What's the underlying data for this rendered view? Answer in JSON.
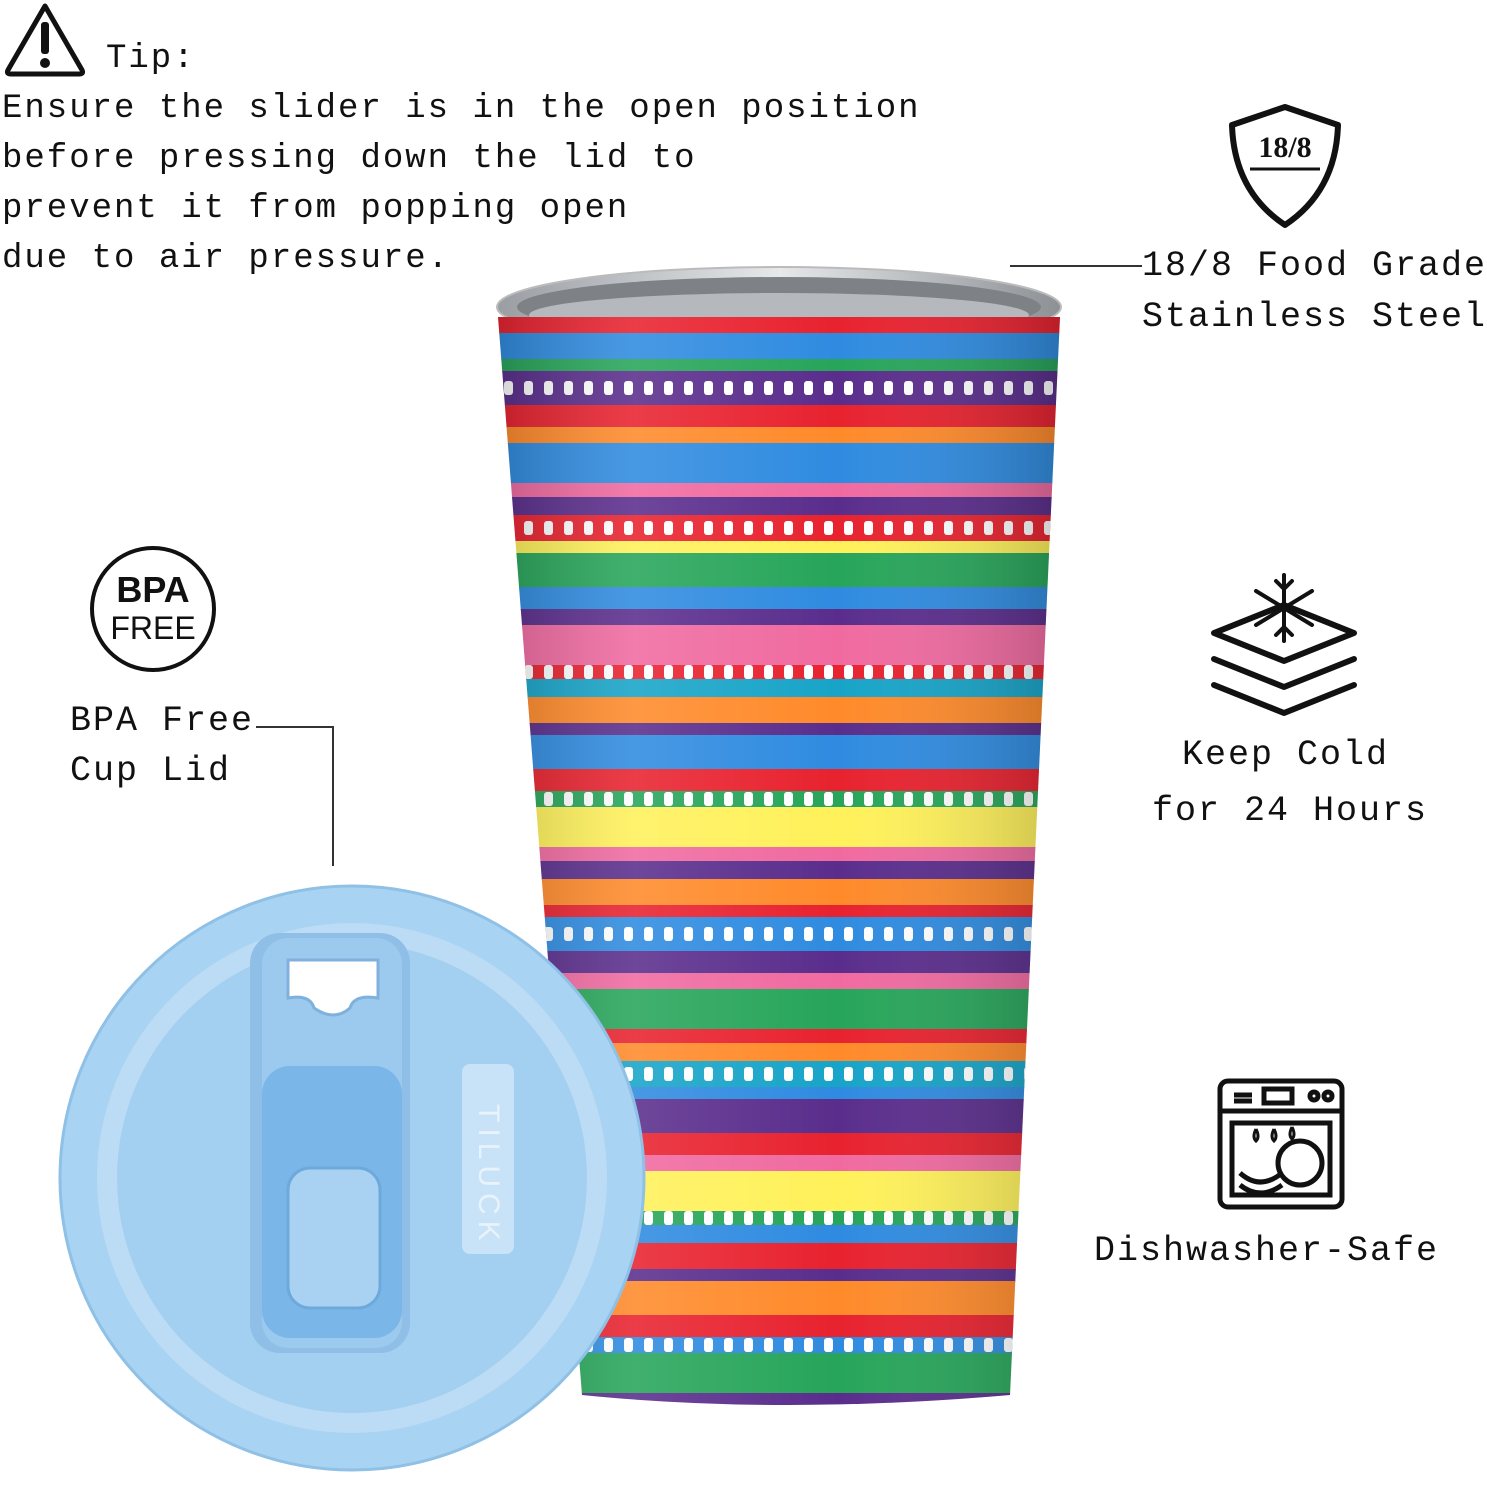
{
  "tip": {
    "icon": "warning-triangle-icon",
    "label": "Tip:",
    "lines": [
      "Ensure the slider is in the open position",
      "before pressing down the lid to",
      "prevent it from popping open",
      "due to air pressure."
    ]
  },
  "features": {
    "steel": {
      "icon": "shield-icon",
      "badge_text": "18/8",
      "line1": "18/8 Food Grade",
      "line2": "Stainless Steel"
    },
    "bpa": {
      "icon": "bpa-free-badge-icon",
      "badge_line1": "BPA",
      "badge_line2": "FREE",
      "line1": "BPA Free",
      "line2": "Cup Lid"
    },
    "cold": {
      "icon": "snowflake-stack-icon",
      "line1": "Keep Cold",
      "line2": "for 24 Hours"
    },
    "dishwasher": {
      "icon": "dishwasher-icon",
      "line1": "Dishwasher-Safe"
    }
  },
  "product": {
    "lid_brand": "TILUCK",
    "lid_color": "#a9d3f2",
    "stripe_colors": [
      "#e8222f",
      "#2f8be0",
      "#27a55a",
      "#f06aa0",
      "#5a2d8c",
      "#ff8a2a",
      "#fff15a",
      "#17a4c8"
    ]
  }
}
